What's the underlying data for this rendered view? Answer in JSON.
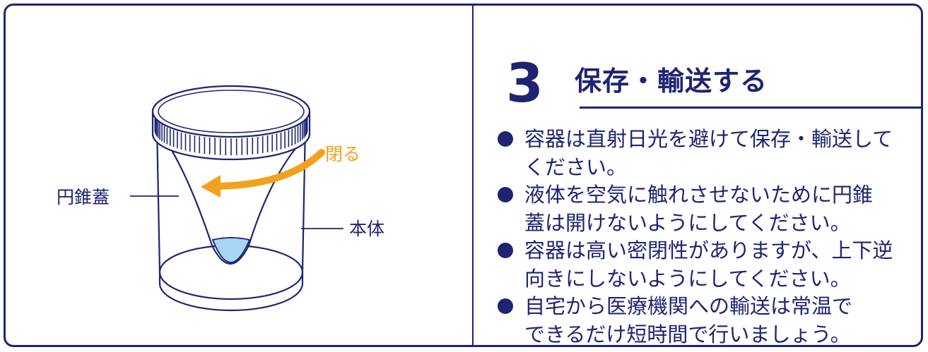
{
  "colors": {
    "navy": "#1e2472",
    "orange": "#f2a21c",
    "liquid": "#a8d5f4",
    "line": "#1e2472"
  },
  "diagram": {
    "label_cone_lid": "円錐蓋",
    "label_body": "本体",
    "label_close": "閉る",
    "arrow_icon": "rotate-arrow-icon"
  },
  "step": {
    "number": "3",
    "title": "保存・輸送する"
  },
  "instructions": [
    {
      "lines": [
        "容器は直射日光を避けて保存・輸送して",
        "ください。"
      ]
    },
    {
      "lines": [
        "液体を空気に触れさせないために円錐",
        "蓋は開けないようにしてください。"
      ]
    },
    {
      "lines": [
        "容器は高い密閉性がありますが、上下逆",
        "向きにしないようにしてください。"
      ]
    },
    {
      "lines": [
        "自宅から医療機関への輸送は常温で",
        "できるだけ短時間で行いましょう。"
      ]
    }
  ]
}
